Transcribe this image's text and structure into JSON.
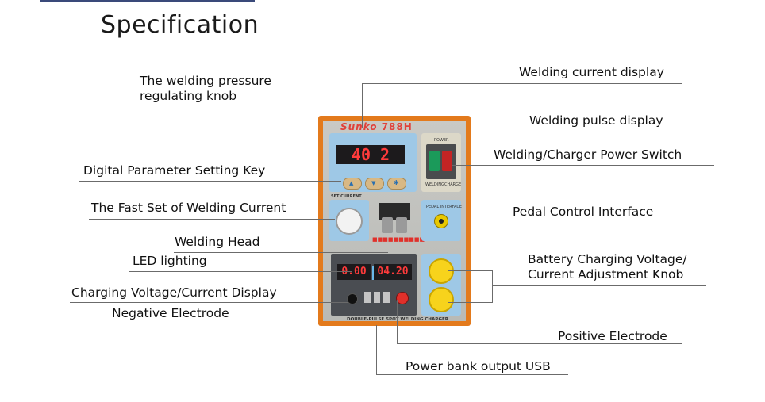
{
  "header": {
    "title": "Specification"
  },
  "device": {
    "model": "788H",
    "welding_display": {
      "current": "40",
      "pulse": "2"
    },
    "set_current_label": "SET CURRENT",
    "charging_display": {
      "voltage": "0.00",
      "current": "04.20"
    },
    "footer_label": "DOUBLE-PULSE SPOT WELDING CHARGER",
    "power_label": "POWER",
    "switch_labels": [
      "WELDING",
      "CHARGE"
    ],
    "pedal_label": "PEDAL INTERFACE",
    "colors": {
      "case": "#e37a1c",
      "panel": "#c0c0bc",
      "blue_panel": "#9ec8e6",
      "led": "#ff3b3b",
      "knob_yellow": "#f7d31c"
    }
  },
  "callouts": {
    "left": [
      {
        "id": "pressure-knob",
        "text_lines": [
          "The welding pressure",
          "regulating knob"
        ]
      },
      {
        "id": "param-key",
        "text": "Digital Parameter Setting Key"
      },
      {
        "id": "fast-set",
        "text": "The Fast Set of Welding Current"
      },
      {
        "id": "welding-head",
        "text": "Welding Head"
      },
      {
        "id": "led-lighting",
        "text": "LED lighting"
      },
      {
        "id": "charging-display",
        "text": "Charging Voltage/Current Display"
      },
      {
        "id": "negative-electrode",
        "text": "Negative Electrode"
      }
    ],
    "right": [
      {
        "id": "current-display",
        "text": "Welding current display"
      },
      {
        "id": "pulse-display",
        "text": "Welding pulse display"
      },
      {
        "id": "power-switch",
        "text": "Welding/Charger Power Switch"
      },
      {
        "id": "pedal-interface",
        "text": "Pedal Control Interface"
      },
      {
        "id": "charge-knob",
        "text_lines": [
          "Battery Charging Voltage/",
          "Current  Adjustment Knob"
        ]
      },
      {
        "id": "positive-electrode",
        "text": "Positive Electrode"
      }
    ],
    "bottom": [
      {
        "id": "usb-output",
        "text": "Power bank output USB"
      }
    ]
  }
}
